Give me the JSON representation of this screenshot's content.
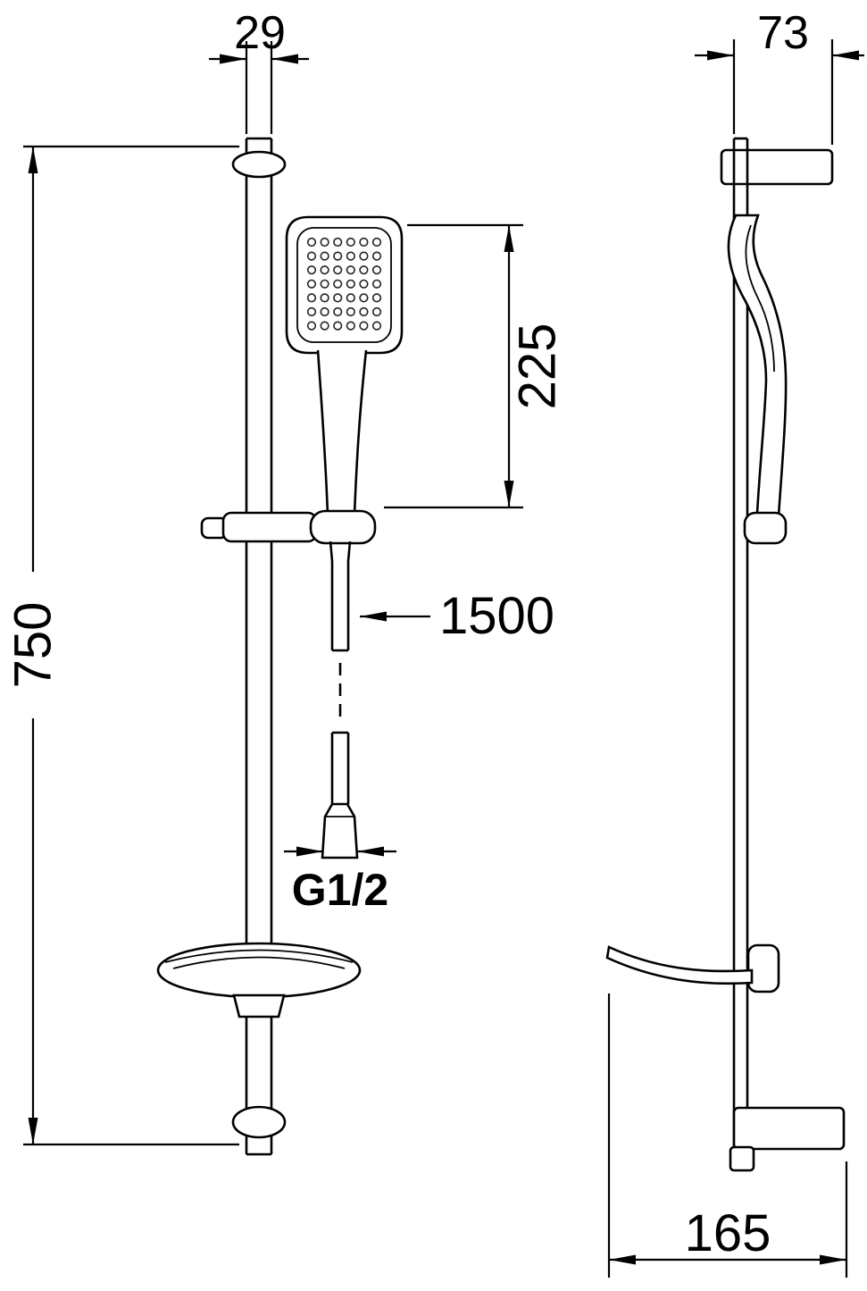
{
  "dimensions": {
    "bar_width": "29",
    "bar_length": "750",
    "handshower_length": "225",
    "hose_length": "1500",
    "connection_thread": "G1/2",
    "top_bracket_depth": "73",
    "overall_depth": "165"
  },
  "colors": {
    "line": "#000000",
    "background": "#ffffff"
  }
}
